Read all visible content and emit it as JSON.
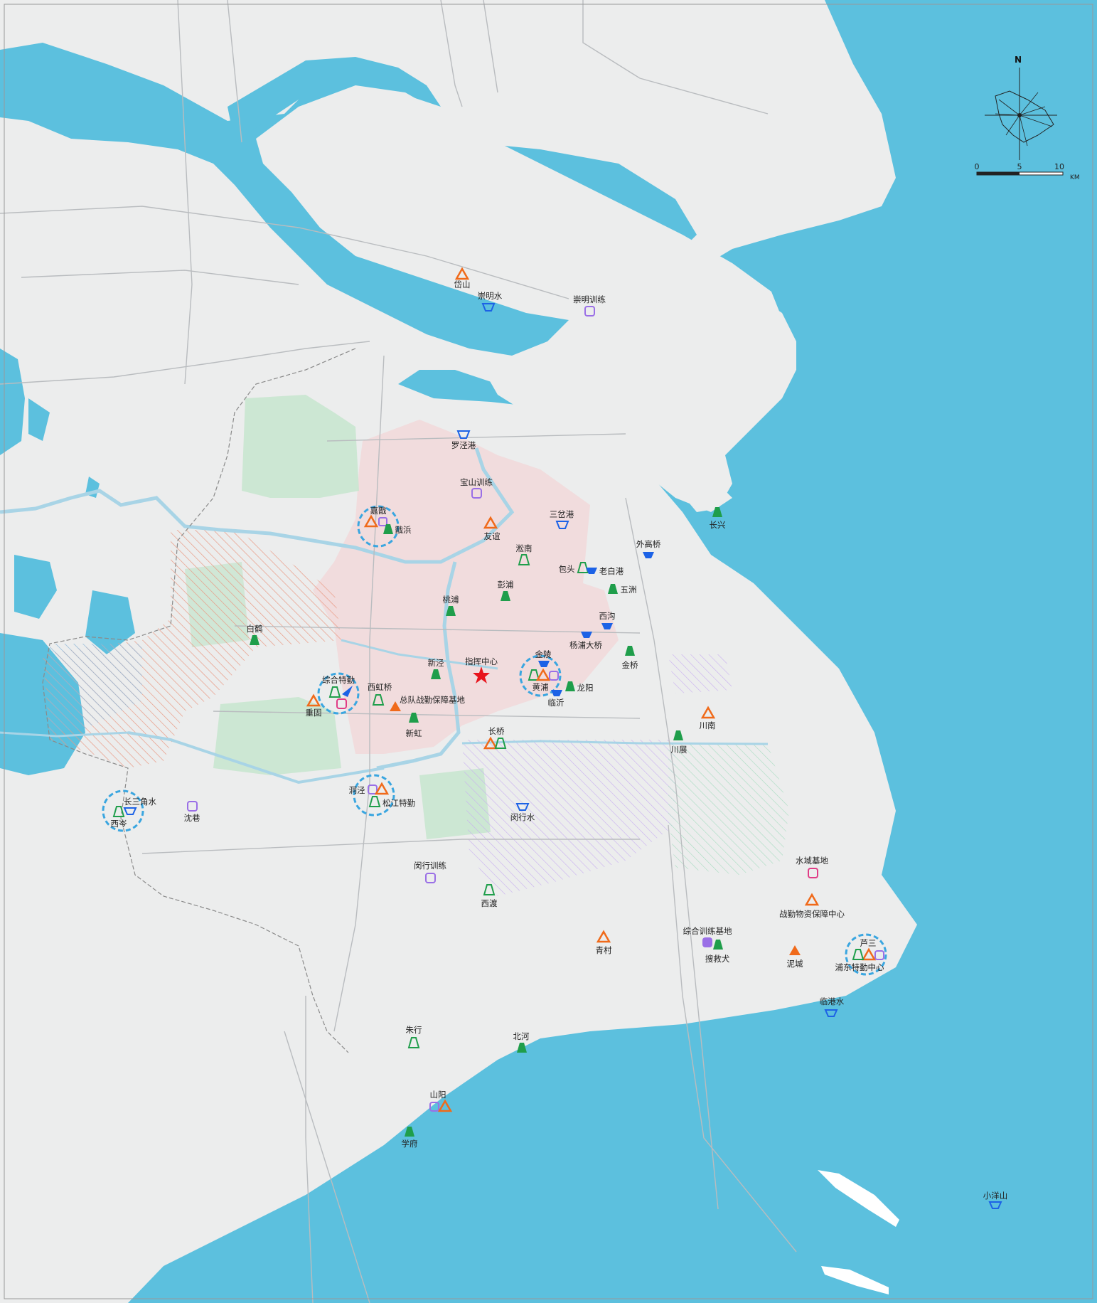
{
  "colors": {
    "water": "#5cc0de",
    "land": "#eceded",
    "land_urban": "#dcdcdc",
    "central_zone": "#f2d9da",
    "green_zone": "#c9e5cf",
    "river": "#a8d4e6",
    "road": "#b9bcbf",
    "orange": "#f06a1a",
    "green": "#1f9e4b",
    "purple": "#9a6fe6",
    "blue": "#1c62e6",
    "pink": "#e03c86",
    "star": "#e8141c",
    "halo": "#3aa6e0"
  },
  "map": {
    "compass": {
      "north_label": "N"
    },
    "scale": {
      "ticks": [
        "0",
        "5",
        "10"
      ],
      "unit": "KM"
    }
  },
  "stations": [
    {
      "name": "岱山",
      "type": "fire-station-orange"
    },
    {
      "name": "崇明水",
      "type": "water-station-blue"
    },
    {
      "name": "崇明训练",
      "type": "training-base-purple"
    },
    {
      "name": "罗泾港",
      "type": "water-station-blue"
    },
    {
      "name": "宝山训练",
      "type": "training-base-purple"
    },
    {
      "name": "嘉戬",
      "type": "fire-station-orange"
    },
    {
      "name": "戬浜",
      "type": "fire-station-green"
    },
    {
      "name": "友谊",
      "type": "fire-station-orange"
    },
    {
      "name": "三岔港",
      "type": "water-station-blue"
    },
    {
      "name": "长兴",
      "type": "fire-station-green"
    },
    {
      "name": "外高桥",
      "type": "water-station-blue"
    },
    {
      "name": "淞南",
      "type": "fire-station-green"
    },
    {
      "name": "包头",
      "type": "fire-station-green"
    },
    {
      "name": "老白港",
      "type": "water-station-blue"
    },
    {
      "name": "彭浦",
      "type": "fire-station-green"
    },
    {
      "name": "五洲",
      "type": "fire-station-green"
    },
    {
      "name": "桃浦",
      "type": "fire-station-green"
    },
    {
      "name": "西沟",
      "type": "water-station-blue"
    },
    {
      "name": "杨浦大桥",
      "type": "water-station-blue"
    },
    {
      "name": "白鹤",
      "type": "fire-station-green"
    },
    {
      "name": "金桥",
      "type": "fire-station-green"
    },
    {
      "name": "新泾",
      "type": "fire-station-green"
    },
    {
      "name": "指挥中心",
      "type": "command-center-star"
    },
    {
      "name": "金陵",
      "type": "water-station-blue"
    },
    {
      "name": "综合特勤",
      "type": "fire-station-green"
    },
    {
      "name": "西虹桥",
      "type": "fire-station-green"
    },
    {
      "name": "黄浦",
      "type": "fire-station-orange"
    },
    {
      "name": "龙阳",
      "type": "fire-station-green"
    },
    {
      "name": "重固",
      "type": "fire-station-orange"
    },
    {
      "name": "总队战勤保障基地",
      "type": "logistics-base-orange"
    },
    {
      "name": "临沂",
      "type": "water-station-blue"
    },
    {
      "name": "川南",
      "type": "fire-station-orange"
    },
    {
      "name": "新虹",
      "type": "fire-station-green"
    },
    {
      "name": "长桥",
      "type": "fire-station-green"
    },
    {
      "name": "川展",
      "type": "fire-station-green"
    },
    {
      "name": "洞泾",
      "type": "training-base-purple"
    },
    {
      "name": "松江特勤",
      "type": "fire-station-green"
    },
    {
      "name": "长三角水",
      "type": "water-station-blue"
    },
    {
      "name": "西岑",
      "type": "fire-station-green"
    },
    {
      "name": "沈巷",
      "type": "training-base-purple"
    },
    {
      "name": "闵行水",
      "type": "water-station-blue"
    },
    {
      "name": "水域基地",
      "type": "water-base-pink"
    },
    {
      "name": "闵行训练",
      "type": "training-base-purple"
    },
    {
      "name": "西渡",
      "type": "fire-station-green"
    },
    {
      "name": "战勤物资保障中心",
      "type": "fire-station-orange"
    },
    {
      "name": "综合训练基地",
      "type": "training-base-purple"
    },
    {
      "name": "青村",
      "type": "fire-station-orange"
    },
    {
      "name": "搜救犬",
      "type": "fire-station-green"
    },
    {
      "name": "泥城",
      "type": "fire-station-orange"
    },
    {
      "name": "芦三",
      "type": "fire-station-orange"
    },
    {
      "name": "浦东特勤中心",
      "type": "fire-station-green"
    },
    {
      "name": "临港水",
      "type": "water-station-blue"
    },
    {
      "name": "朱行",
      "type": "fire-station-green"
    },
    {
      "name": "北河",
      "type": "fire-station-green"
    },
    {
      "name": "山阳",
      "type": "fire-station-orange"
    },
    {
      "name": "学府",
      "type": "fire-station-green"
    },
    {
      "name": "小洋山",
      "type": "water-station-blue"
    }
  ]
}
